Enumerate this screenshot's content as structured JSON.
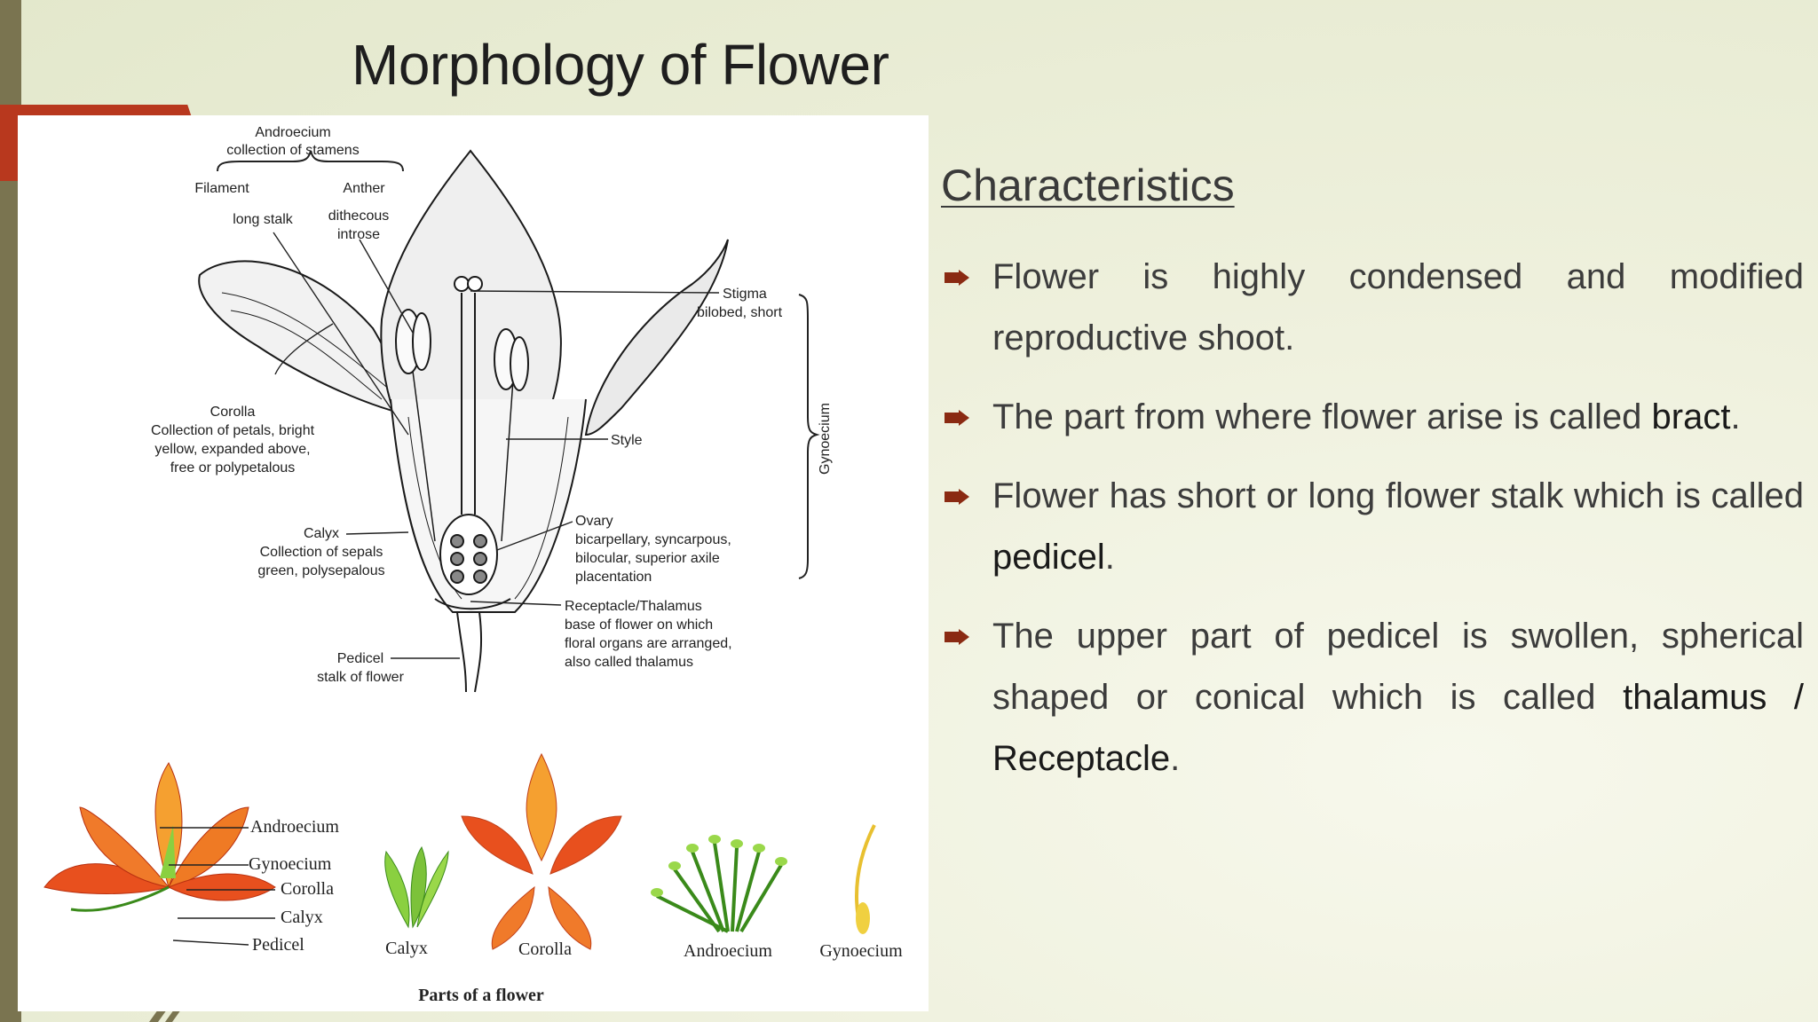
{
  "slide": {
    "title": "Morphology of Flower",
    "heading": "Characteristics",
    "bullets": [
      {
        "pre": "Flower is highly condensed and modified reproductive shoot.",
        "term": "",
        "post": ""
      },
      {
        "pre": "The part from where flower arise is called ",
        "term": "bract",
        "post": "."
      },
      {
        "pre": "Flower has short or long flower stalk which is called ",
        "term": "pedicel",
        "post": "."
      },
      {
        "pre": "The upper part of pedicel is swollen, spherical shaped or conical which is called ",
        "term": "thalamus / Receptacle",
        "post": "."
      }
    ]
  },
  "diagram": {
    "androecium": "Androecium",
    "androecium_desc": "collection of stamens",
    "filament": "Filament",
    "filament_desc": "long stalk",
    "anther": "Anther",
    "anther_desc1": "dithecous",
    "anther_desc2": "introse",
    "stigma": "Stigma",
    "stigma_desc": "bilobed, short",
    "gynoecium": "Gynoecium",
    "style": "Style",
    "corolla": "Corolla",
    "corolla_desc1": "Collection of petals, bright",
    "corolla_desc2": "yellow, expanded above,",
    "corolla_desc3": "free or polypetalous",
    "calyx": "Calyx",
    "calyx_desc1": "Collection of sepals",
    "calyx_desc2": "green, polysepalous",
    "ovary": "Ovary",
    "ovary_desc1": "bicarpellary, syncarpous,",
    "ovary_desc2": "bilocular, superior axile",
    "ovary_desc3": "placentation",
    "receptacle": "Receptacle/Thalamus",
    "receptacle_desc1": "base of flower on which",
    "receptacle_desc2": "floral organs are arranged,",
    "receptacle_desc3": "also called thalamus",
    "pedicel": "Pedicel",
    "pedicel_desc": "stalk of flower",
    "parts": {
      "androecium": "Androecium",
      "gynoecium": "Gynoecium",
      "corolla": "Corolla",
      "calyx": "Calyx",
      "pedicel": "Pedicel",
      "lbl_calyx": "Calyx",
      "lbl_corolla": "Corolla",
      "lbl_androecium": "Androecium",
      "lbl_gynoecium": "Gynoecium",
      "caption": "Parts of a flower"
    }
  },
  "colors": {
    "accent_red": "#b8381e",
    "side_bar": "#7a7450",
    "bullet_arrow": "#8a2a12",
    "petal_orange": "#e8501e",
    "sepal_green": "#7cc23a"
  }
}
